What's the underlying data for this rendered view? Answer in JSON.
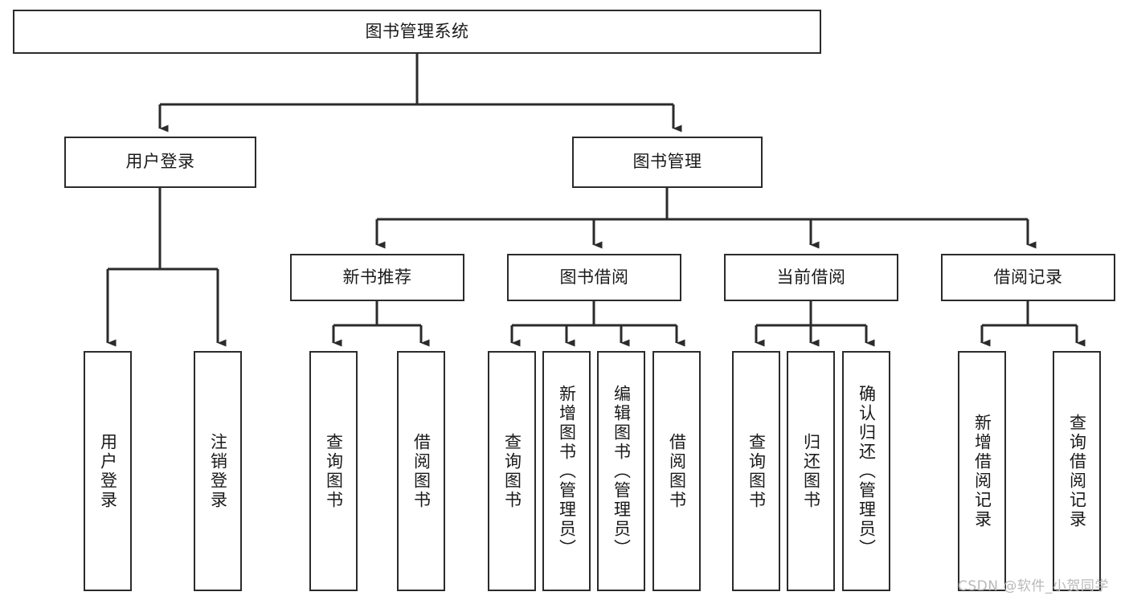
{
  "diagram": {
    "type": "hierarchy-tree",
    "title": "图书管理系统",
    "watermark": "CSDN @软件_小贺同学",
    "colors": {
      "box_border": "#2b2b2b",
      "box_fill": "#ffffff",
      "connector": "#2b2b2b",
      "text": "#1a1a1a",
      "watermark": "#b9b9b9",
      "background": "#ffffff"
    }
  },
  "nodes": {
    "root": {
      "label": "图书管理系统",
      "level": 1
    },
    "level2": [
      {
        "id": "user-login",
        "label": "用户登录"
      },
      {
        "id": "book-manage",
        "label": "图书管理"
      }
    ],
    "level3": [
      {
        "id": "new-book-recommend",
        "label": "新书推荐",
        "parent": "book-manage"
      },
      {
        "id": "book-borrow",
        "label": "图书借阅",
        "parent": "book-manage"
      },
      {
        "id": "current-borrow",
        "label": "当前借阅",
        "parent": "book-manage"
      },
      {
        "id": "borrow-record",
        "label": "借阅记录",
        "parent": "book-manage"
      }
    ],
    "leaves": [
      {
        "id": "leaf-user-login",
        "label": "用户登录",
        "parent": "user-login"
      },
      {
        "id": "leaf-logout",
        "label": "注销登录",
        "parent": "user-login"
      },
      {
        "id": "leaf-query-book-1",
        "label": "查询图书",
        "parent": "new-book-recommend"
      },
      {
        "id": "leaf-borrow-book-1",
        "label": "借阅图书",
        "parent": "new-book-recommend"
      },
      {
        "id": "leaf-query-book-2",
        "label": "查询图书",
        "parent": "book-borrow"
      },
      {
        "id": "leaf-add-book",
        "label": "新增图书（管理员）",
        "parent": "book-borrow"
      },
      {
        "id": "leaf-edit-book",
        "label": "编辑图书（管理员）",
        "parent": "book-borrow"
      },
      {
        "id": "leaf-borrow-book-2",
        "label": "借阅图书",
        "parent": "book-borrow"
      },
      {
        "id": "leaf-query-book-3",
        "label": "查询图书",
        "parent": "current-borrow"
      },
      {
        "id": "leaf-return-book",
        "label": "归还图书",
        "parent": "current-borrow"
      },
      {
        "id": "leaf-confirm-return",
        "label": "确认归还（管理员）",
        "parent": "current-borrow"
      },
      {
        "id": "leaf-add-record",
        "label": "新增借阅记录",
        "parent": "borrow-record"
      },
      {
        "id": "leaf-query-record",
        "label": "查询借阅记录",
        "parent": "borrow-record"
      }
    ]
  }
}
